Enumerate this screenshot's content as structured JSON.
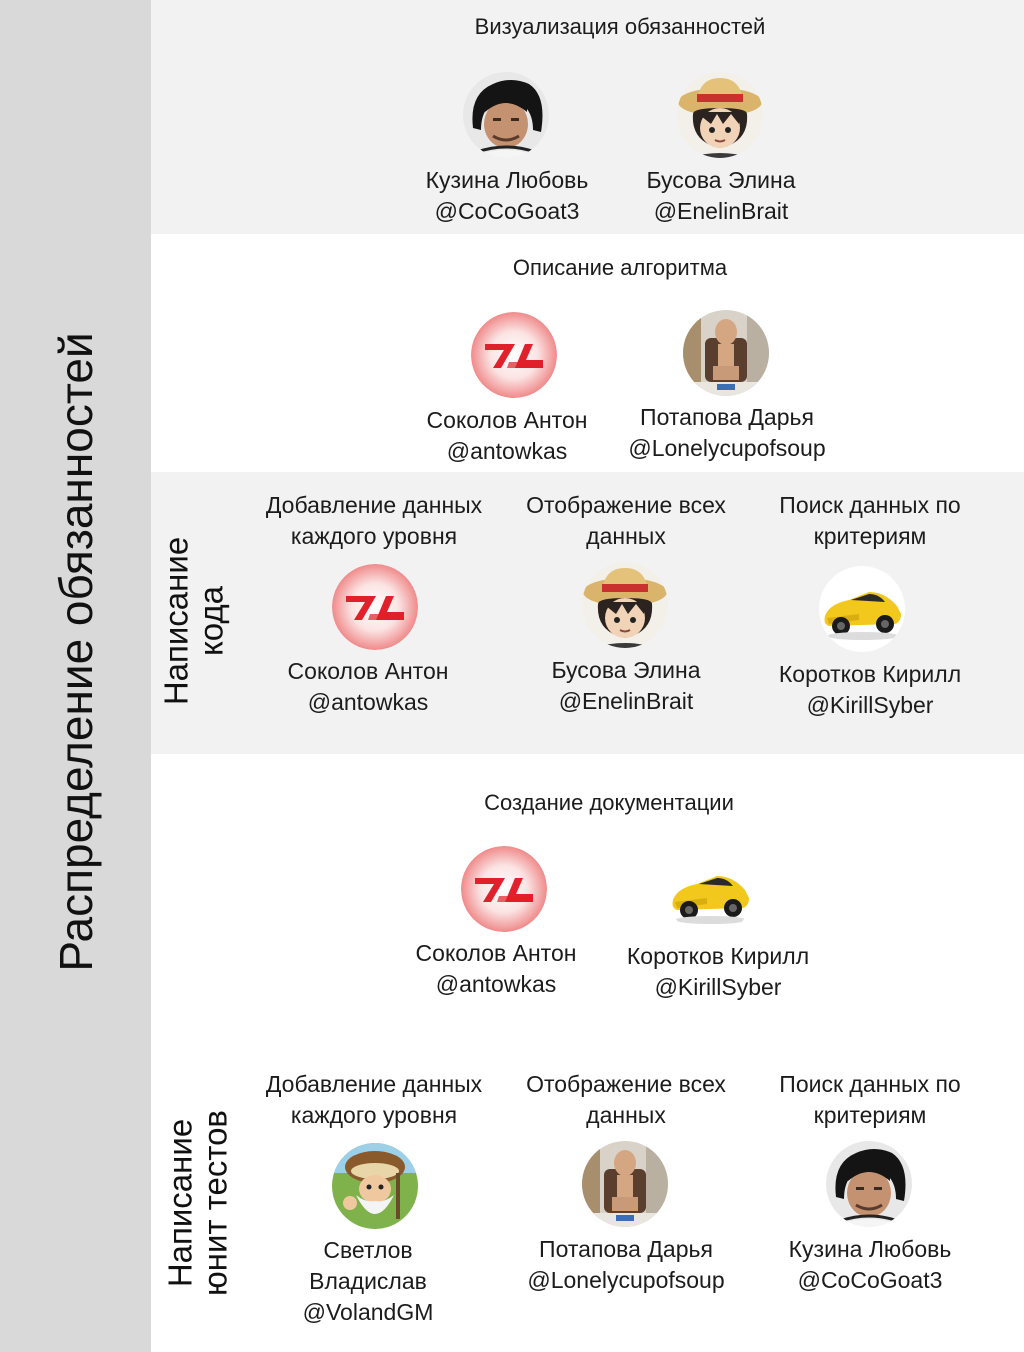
{
  "main_title": "Распределение обязанностей",
  "sections": {
    "visualization": {
      "title": "Визуализация обязанностей",
      "members": [
        {
          "name": "Кузина Любовь",
          "handle": "@CoCoGoat3",
          "avatar": "dark-hair-man-avatar"
        },
        {
          "name": "Бусова Элина",
          "handle": "@EnelinBrait",
          "avatar": "straw-hat-boy-avatar"
        }
      ]
    },
    "algorithm": {
      "title": "Описание алгоритма",
      "members": [
        {
          "name": "Соколов Антон",
          "handle": "@antowkas",
          "avatar": "red-logo-avatar"
        },
        {
          "name": "Потапова Дарья",
          "handle": "@Lonelycupofsoup",
          "avatar": "figure-in-chair-avatar"
        }
      ]
    },
    "coding": {
      "label_line1": "Написание",
      "label_line2": "кода",
      "columns": [
        {
          "title_line1": "Добавление данных",
          "title_line2": "каждого уровня",
          "name": "Соколов Антон",
          "handle": "@antowkas",
          "avatar": "red-logo-avatar"
        },
        {
          "title_line1": "Отображение всех",
          "title_line2": "данных",
          "name": "Бусова Элина",
          "handle": "@EnelinBrait",
          "avatar": "straw-hat-boy-avatar"
        },
        {
          "title_line1": "Поиск данных по",
          "title_line2": "критериям",
          "name": "Коротков Кирилл",
          "handle": "@KirillSyber",
          "avatar": "yellow-sports-car-avatar"
        }
      ]
    },
    "documentation": {
      "title": "Создание документации",
      "members": [
        {
          "name": "Соколов Антон",
          "handle": "@antowkas",
          "avatar": "red-logo-avatar"
        },
        {
          "name": "Коротков Кирилл",
          "handle": "@KirillSyber",
          "avatar": "yellow-sports-car-avatar"
        }
      ]
    },
    "unit_tests": {
      "label_line1": "Написание",
      "label_line2": "юнит тестов",
      "columns": [
        {
          "title_line1": "Добавление данных",
          "title_line2": "каждого уровня",
          "name_line1": "Светлов",
          "name_line2": "Владислав",
          "handle": "@VolandGM",
          "avatar": "mushroom-gnome-avatar"
        },
        {
          "title_line1": "Отображение всех",
          "title_line2": "данных",
          "name": "Потапова Дарья",
          "handle": "@Lonelycupofsoup",
          "avatar": "figure-in-chair-avatar"
        },
        {
          "title_line1": "Поиск данных по",
          "title_line2": "критериям",
          "name": "Кузина Любовь",
          "handle": "@CoCoGoat3",
          "avatar": "dark-hair-man-avatar"
        }
      ]
    }
  }
}
